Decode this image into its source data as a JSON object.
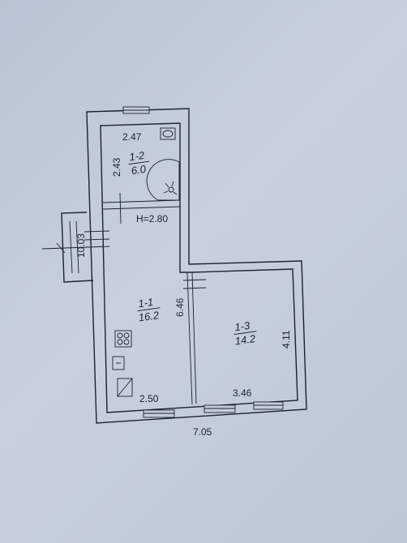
{
  "rooms": [
    {
      "number": "1-2",
      "area": "6.0"
    },
    {
      "number": "1-1",
      "area": "16.2"
    },
    {
      "number": "1-3",
      "area": "14.2"
    }
  ],
  "dimensions": {
    "top_width": "2.47",
    "left_height": "2.43",
    "ceiling": "H=2.80",
    "entrance": "10.03",
    "middle_height": "6.46",
    "bottom_left": "2.50",
    "bottom_right": "3.46",
    "right_height": "4.11",
    "total_width": "7.05"
  }
}
